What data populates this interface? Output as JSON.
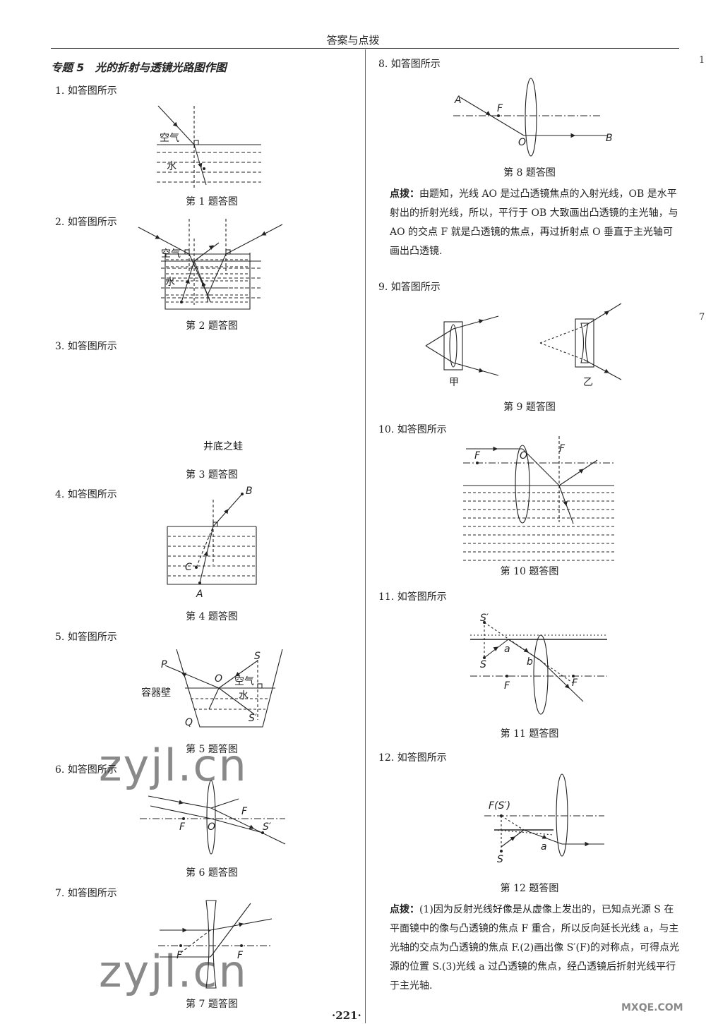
{
  "header": {
    "title": "答案与点拨"
  },
  "section": {
    "title": "专题 5　光的折射与透镜光路图作图"
  },
  "left_items": [
    {
      "q": "1. 如答图所示",
      "caption": "第 1 题答图"
    },
    {
      "q": "2. 如答图所示",
      "caption": "第 2 题答图"
    },
    {
      "q": "3. 如答图所示",
      "caption": "第 3 题答图"
    },
    {
      "q": "4. 如答图所示",
      "caption": "第 4 题答图"
    },
    {
      "q": "5. 如答图所示",
      "caption": "第 5 题答图"
    },
    {
      "q": "6. 如答图所示",
      "caption": "第 6 题答图"
    },
    {
      "q": "7. 如答图所示",
      "caption": "第 7 题答图"
    }
  ],
  "right_items": [
    {
      "q": "8. 如答图所示",
      "caption": "第 8 题答图"
    },
    {
      "q": "9. 如答图所示",
      "caption": "第 9 题答图"
    },
    {
      "q": "10. 如答图所示",
      "caption": "第 10 题答图"
    },
    {
      "q": "11. 如答图所示",
      "caption": "第 11 题答图"
    },
    {
      "q": "12. 如答图所示",
      "caption": "第 12 题答图"
    }
  ],
  "hints": {
    "q8_label": "点拨：",
    "q8_text": "由题知，光线 AO 是过凸透镜焦点的入射光线，OB 是水平射出的折射光线，所以，平行于 OB 大致画出凸透镜的主光轴，与 AO 的交点 F 就是凸透镜的焦点，再过折射点 O 垂直于主光轴可画出凸透镜.",
    "q12_label": "点拨：",
    "q12_text": "(1)因为反射光线好像是从虚像上发出的，已知点光源 S 在平面镜中的像与凸透镜的焦点 F 重合，所以反向延长光线 a，与主光轴的交点为凸透镜的焦点 F.(2)画出像 S′(F)的对称点，可得点光源的位置 S.(3)光线 a 过凸透镜的焦点，经凸透镜后折射光线平行于主光轴."
  },
  "labels": {
    "air": "空气",
    "water": "水",
    "frog": "井底之蛙",
    "container": "容器壁",
    "jia": "甲",
    "yi": "乙",
    "A": "A",
    "B": "B",
    "C": "C",
    "F": "F",
    "O": "O",
    "P": "P",
    "Q": "Q",
    "S": "S",
    "S_prime": "S′",
    "a": "a",
    "b": "b",
    "F_S": "F(S′)"
  },
  "watermarks": [
    "zyjl.cn",
    "zyjl.cn",
    "MXQE.COM"
  ],
  "page_number": "·221·",
  "edge_chars": [
    "1",
    "7"
  ]
}
